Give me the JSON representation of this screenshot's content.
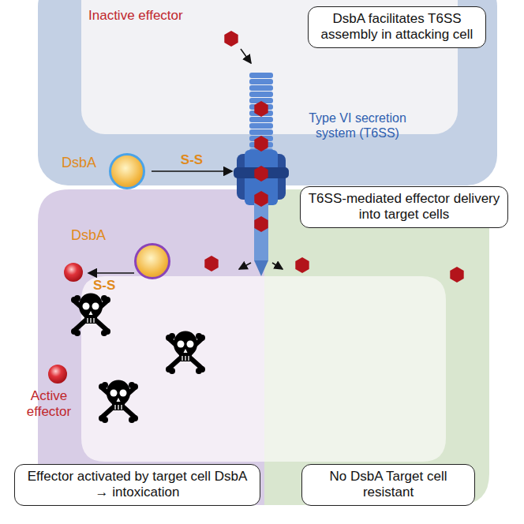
{
  "diagram": {
    "nodes": [
      {
        "text": [
          "DsbA facilitates T6SS assembly in attacking cell"
        ]
      },
      {
        "text": [
          "Type VI secretion system (T6SS)"
        ]
      },
      {
        "text": [
          "DsbA"
        ]
      },
      {
        "text": [
          "T6SS-mediated effector delivery into target cells"
        ]
      },
      {
        "text": [
          "DsbA"
        ]
      },
      {
        "text": [
          "Effector activated by target cell DsbA → intoxication"
        ]
      },
      {
        "text": [
          "No DsbA Target cell resistant"
        ]
      }
    ],
    "edges": [
      {
        "from": 2,
        "to": 1,
        "label": "S-S",
        "arrow": "to"
      }
    ],
    "labels": [
      "Inactive effector",
      "S-S",
      "Active effector"
    ]
  }
}
